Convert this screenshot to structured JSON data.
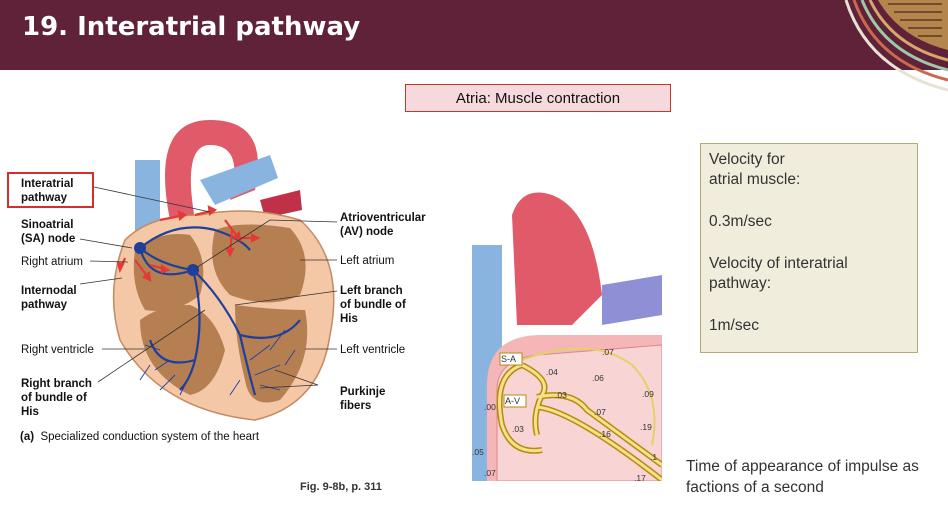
{
  "header": {
    "title": "19. Interatrial pathway"
  },
  "atria_label": "Atria: Muscle contraction",
  "diagram_a": {
    "labels": {
      "interatrial": "Interatrial pathway",
      "sa_node": "Sinoatrial (SA) node",
      "right_atrium": "Right atrium",
      "internodal": "Internodal pathway",
      "right_ventricle": "Right ventricle",
      "right_branch": "Right branch of bundle of His",
      "av_node": "Atrioventricular (AV) node",
      "left_atrium": "Left atrium",
      "left_branch": "Left branch of bundle of His",
      "left_ventricle": "Left ventricle",
      "purkinje": "Purkinje fibers"
    },
    "caption_letter": "(a)",
    "caption": "Specialized conduction system of the heart",
    "figure_ref": "Fig. 9-8b, p. 311"
  },
  "diagram_b": {
    "node_labels": {
      "sa": "S-A",
      "av": "A-V"
    },
    "times": [
      ".00",
      ".03",
      ".04",
      ".03",
      ".05",
      ".07",
      ".07",
      ".06",
      ".07",
      ".09",
      ".16",
      ".19",
      ".1",
      ".17"
    ]
  },
  "velocity": {
    "atrial_label_1": "Velocity for",
    "atrial_label_2": "atrial muscle:",
    "atrial_value": "0.3m/sec",
    "interatrial_label_1": "Velocity of interatrial",
    "interatrial_label_2": "pathway:",
    "interatrial_value": "1m/sec"
  },
  "note": {
    "line1": "Time of appearance of impulse as",
    "line2": "factions of a second"
  },
  "colors": {
    "header": "#5f2238",
    "aorta": "#e05a6a",
    "vein": "#8ab4e0",
    "muscle": "#c9956a",
    "conduction": "#1e3f9a",
    "arrow": "#e53935",
    "highlight_box": "#d32f2f"
  }
}
